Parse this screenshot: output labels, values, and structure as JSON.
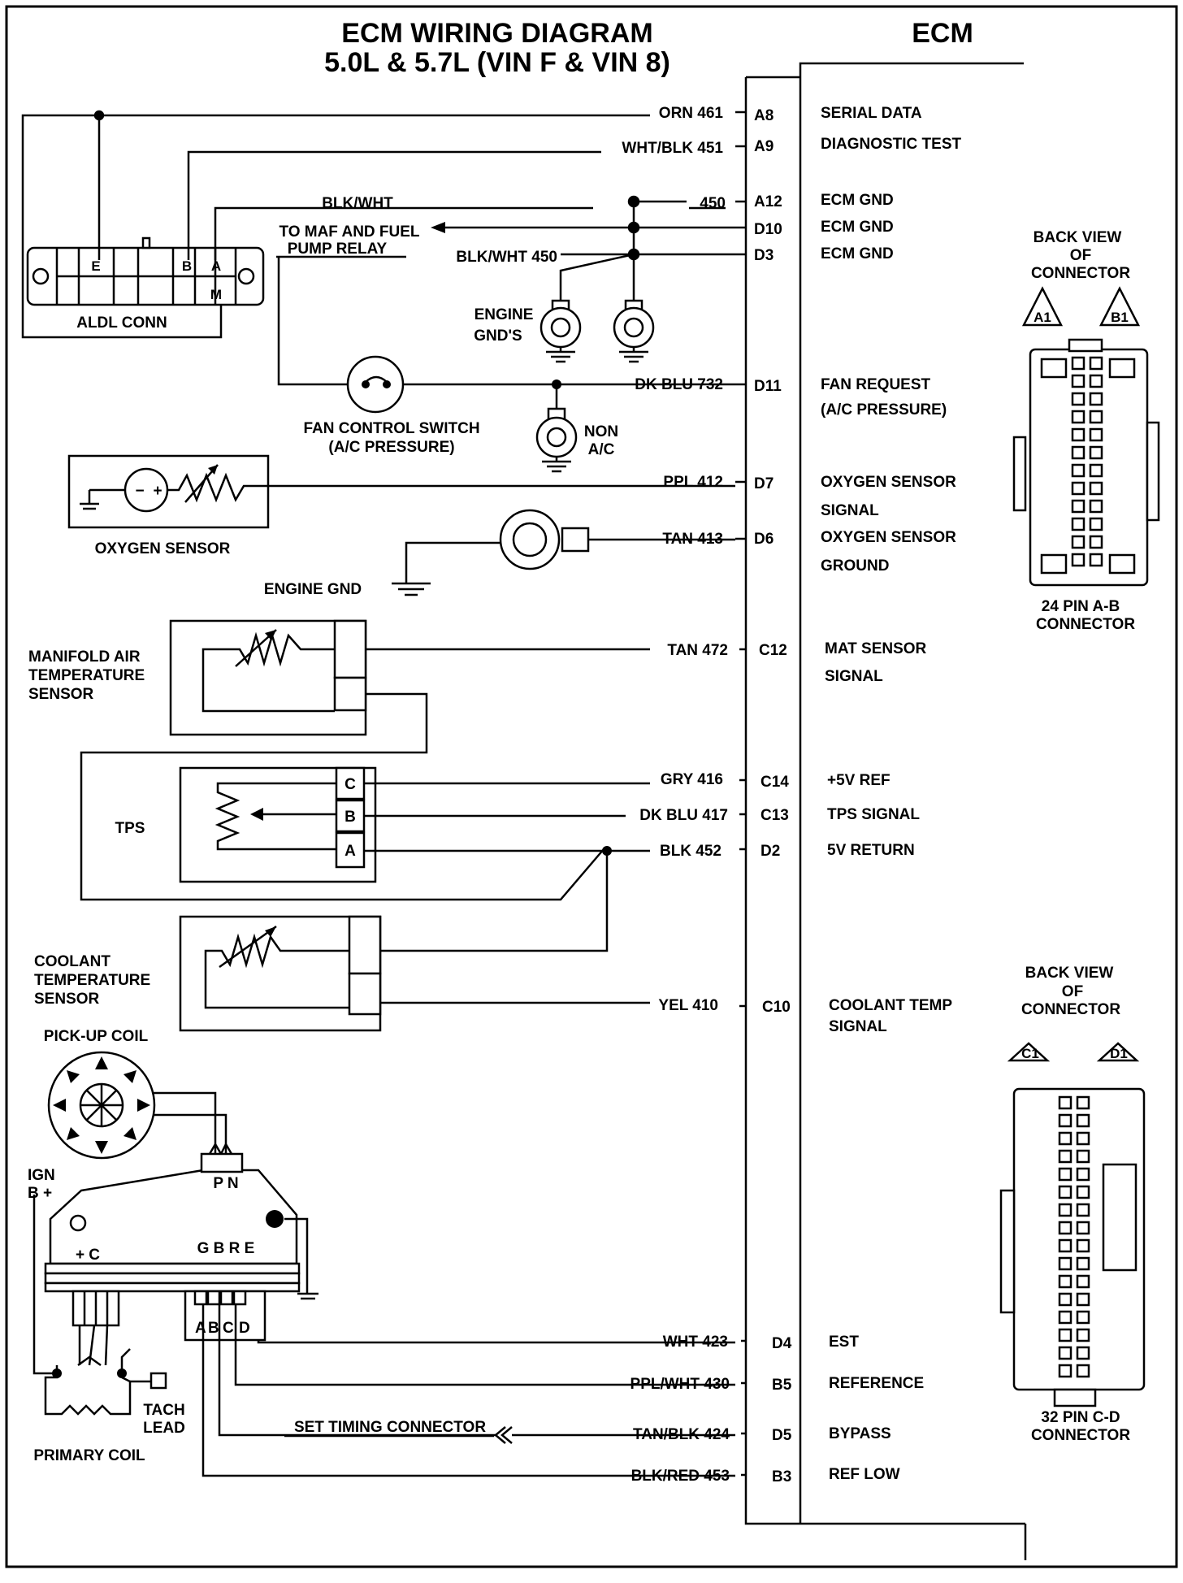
{
  "title": {
    "line1": "ECM WIRING DIAGRAM",
    "line2": "5.0L & 5.7L (VIN F & VIN 8)"
  },
  "ecm_label": "ECM",
  "circuits": [
    {
      "wire": "ORN 461",
      "pin": "A8",
      "function": "SERIAL DATA"
    },
    {
      "wire": "WHT/BLK 451",
      "pin": "A9",
      "function": "DIAGNOSTIC TEST"
    },
    {
      "wire": "450",
      "pin": "A12",
      "function": "ECM GND"
    },
    {
      "wire": "",
      "pin": "D10",
      "function": "ECM GND"
    },
    {
      "wire": "BLK/WHT 450",
      "pin": "D3",
      "function": "ECM GND"
    },
    {
      "wire": "DK BLU 732",
      "pin": "D11",
      "function": "FAN REQUEST",
      "function2": "(A/C PRESSURE)"
    },
    {
      "wire": "PPL 412",
      "pin": "D7",
      "function": "OXYGEN SENSOR",
      "function2": "SIGNAL"
    },
    {
      "wire": "TAN 413",
      "pin": "D6",
      "function": "OXYGEN SENSOR",
      "function2": "GROUND"
    },
    {
      "wire": "TAN 472",
      "pin": "C12",
      "function": "MAT SENSOR",
      "function2": "SIGNAL"
    },
    {
      "wire": "GRY 416",
      "pin": "C14",
      "function": "+5V REF"
    },
    {
      "wire": "DK BLU 417",
      "pin": "C13",
      "function": "TPS SIGNAL"
    },
    {
      "wire": "BLK 452",
      "pin": "D2",
      "function": "5V RETURN"
    },
    {
      "wire": "YEL 410",
      "pin": "C10",
      "function": "COOLANT TEMP",
      "function2": "SIGNAL"
    },
    {
      "wire": "WHT 423",
      "pin": "D4",
      "function": "EST"
    },
    {
      "wire": "PPL/WHT 430",
      "pin": "B5",
      "function": "REFERENCE"
    },
    {
      "wire": "TAN/BLK 424",
      "pin": "D5",
      "function": "BYPASS"
    },
    {
      "wire": "BLK/RED 453",
      "pin": "B3",
      "function": "REF LOW"
    }
  ],
  "labels": {
    "blk_wht": "BLK/WHT",
    "to_maf_1": "TO MAF AND FUEL",
    "to_maf_2": "PUMP RELAY",
    "engine_gnds_1": "ENGINE",
    "engine_gnds_2": "GND'S",
    "fan_switch_1": "FAN CONTROL SWITCH",
    "fan_switch_2": "(A/C PRESSURE)",
    "non_ac_1": "NON",
    "non_ac_2": "A/C",
    "oxygen_sensor": "OXYGEN SENSOR",
    "engine_gnd": "ENGINE GND",
    "mat_1": "MANIFOLD AIR",
    "mat_2": "TEMPERATURE",
    "mat_3": "SENSOR",
    "tps": "TPS",
    "clt_1": "COOLANT",
    "clt_2": "TEMPERATURE",
    "clt_3": "SENSOR",
    "pickup_coil": "PICK-UP COIL",
    "ign_1": "IGN",
    "ign_2": "B +",
    "pn": "P N",
    "plus_c": "+ C",
    "gbre": "G B R E",
    "tach_1": "TACH",
    "tach_2": "LEAD",
    "primary_coil": "PRIMARY COIL",
    "set_timing": "SET TIMING CONNECTOR",
    "aldl": "ALDL CONN",
    "aldl_e": "E",
    "aldl_b": "B",
    "aldl_a": "A",
    "aldl_m": "M",
    "tps_c": "C",
    "tps_b": "B",
    "tps_a": "A",
    "hei_a": "A",
    "hei_b": "B",
    "hei_c": "C",
    "hei_d": "D"
  },
  "connectors": {
    "ab": {
      "back_1": "BACK VIEW",
      "back_2": "OF",
      "back_3": "CONNECTOR",
      "pin_a": "A1",
      "pin_b": "B1",
      "name_1": "24 PIN  A-B",
      "name_2": "CONNECTOR"
    },
    "cd": {
      "back_1": "BACK VIEW",
      "back_2": "OF",
      "back_3": "CONNECTOR",
      "pin_a": "C1",
      "pin_b": "D1",
      "name_1": "32 PIN C-D",
      "name_2": "CONNECTOR"
    }
  }
}
